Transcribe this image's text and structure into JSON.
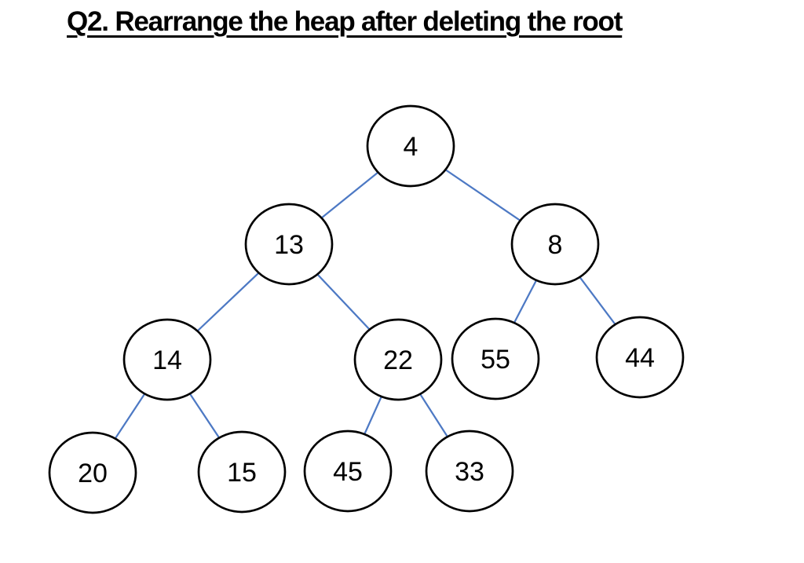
{
  "title": "Q2. Rearrange the heap after deleting the root",
  "colors": {
    "edge": "#4d79c4",
    "node-border": "#000000",
    "node-fill": "#ffffff",
    "text": "#000000",
    "background": "#ffffff"
  },
  "tree": {
    "type": "binary-heap",
    "nodes": [
      {
        "value": "4",
        "parent": null
      },
      {
        "value": "13",
        "parent": "4"
      },
      {
        "value": "8",
        "parent": "4"
      },
      {
        "value": "14",
        "parent": "13"
      },
      {
        "value": "22",
        "parent": "13"
      },
      {
        "value": "55",
        "parent": "8"
      },
      {
        "value": "44",
        "parent": "8"
      },
      {
        "value": "20",
        "parent": "14"
      },
      {
        "value": "15",
        "parent": "14"
      },
      {
        "value": "45",
        "parent": "22"
      },
      {
        "value": "33",
        "parent": "22"
      }
    ],
    "edges": [
      [
        "4",
        "13"
      ],
      [
        "4",
        "8"
      ],
      [
        "13",
        "14"
      ],
      [
        "13",
        "22"
      ],
      [
        "8",
        "55"
      ],
      [
        "8",
        "44"
      ],
      [
        "14",
        "20"
      ],
      [
        "14",
        "15"
      ],
      [
        "22",
        "45"
      ],
      [
        "22",
        "33"
      ]
    ]
  }
}
